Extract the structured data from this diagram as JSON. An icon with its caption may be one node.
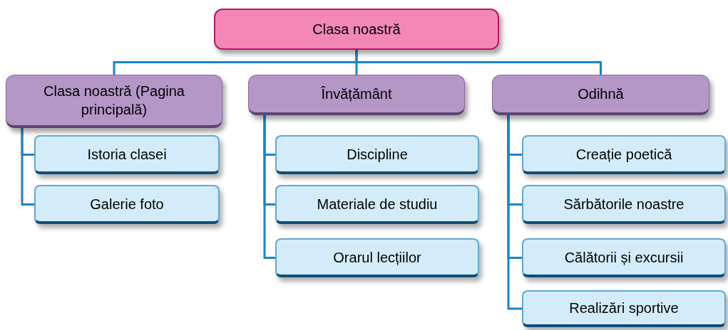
{
  "diagram": {
    "nodes": [
      {
        "text": [
          "Clasa noastră"
        ]
      },
      {
        "text": [
          "Clasa noastră (Pagina principală)"
        ]
      },
      {
        "text": [
          "Învățământ"
        ]
      },
      {
        "text": [
          "Odihnă"
        ]
      },
      {
        "text": [
          "Istoria clasei"
        ]
      },
      {
        "text": [
          "Galerie foto"
        ]
      },
      {
        "text": [
          "Discipline"
        ]
      },
      {
        "text": [
          "Materiale de studiu"
        ]
      },
      {
        "text": [
          "Orarul lecțiilor"
        ]
      },
      {
        "text": [
          "Creație poetică"
        ]
      },
      {
        "text": [
          "Sărbătorile noastre"
        ]
      },
      {
        "text": [
          "Călătorii și excursii"
        ]
      },
      {
        "text": [
          "Realizări sportive"
        ]
      }
    ],
    "edges": [
      {
        "from": 0,
        "to": 1,
        "arrow": "none"
      },
      {
        "from": 0,
        "to": 2,
        "arrow": "none"
      },
      {
        "from": 0,
        "to": 3,
        "arrow": "none"
      },
      {
        "from": 1,
        "to": 4,
        "arrow": "none"
      },
      {
        "from": 1,
        "to": 5,
        "arrow": "none"
      },
      {
        "from": 2,
        "to": 6,
        "arrow": "none"
      },
      {
        "from": 2,
        "to": 7,
        "arrow": "none"
      },
      {
        "from": 2,
        "to": 8,
        "arrow": "none"
      },
      {
        "from": 3,
        "to": 9,
        "arrow": "none"
      },
      {
        "from": 3,
        "to": 10,
        "arrow": "none"
      },
      {
        "from": 3,
        "to": 11,
        "arrow": "none"
      },
      {
        "from": 3,
        "to": 12,
        "arrow": "none"
      }
    ]
  }
}
